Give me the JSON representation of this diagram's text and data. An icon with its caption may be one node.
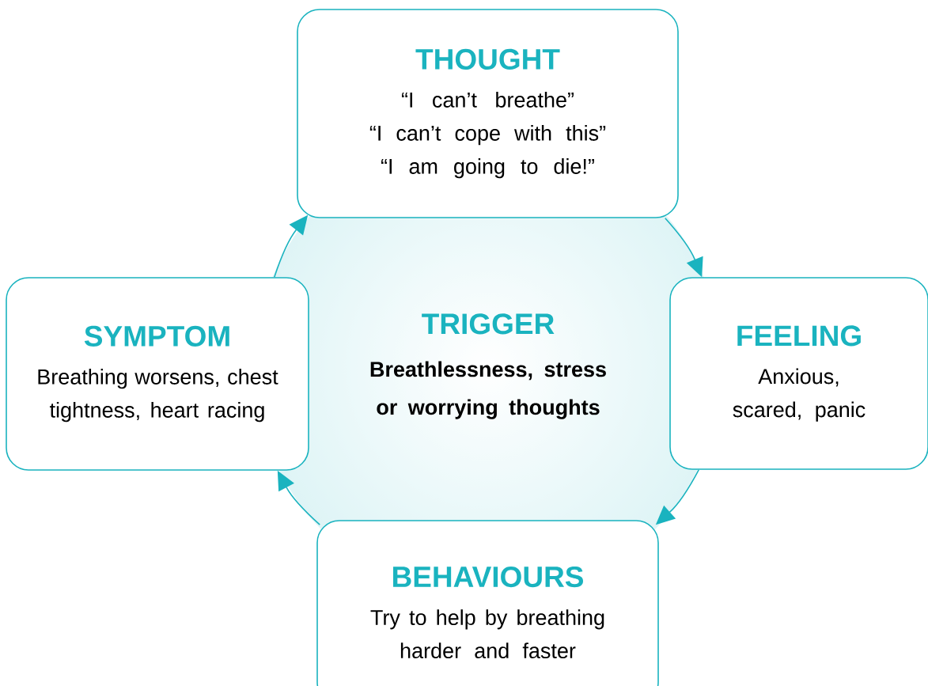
{
  "diagram": {
    "nodes": [
      {
        "text": [
          "THOUGHT",
          "“I can’t breathe”",
          "“I can’t cope with this”",
          "“I am going to die!”"
        ]
      },
      {
        "text": [
          "SYMPTOM",
          "Breathing worsens, chest tightness, heart racing"
        ]
      },
      {
        "text": [
          "TRIGGER",
          "Breathlessness, stress or worrying thoughts"
        ]
      },
      {
        "text": [
          "FEELING",
          "Anxious, scared, panic"
        ]
      },
      {
        "text": [
          "BEHAVIOURS",
          "Try to help by breathing harder and faster"
        ]
      }
    ],
    "edges": [
      {
        "from": 0,
        "to": 3,
        "arrow": "to"
      },
      {
        "from": 3,
        "to": 4,
        "arrow": "to"
      },
      {
        "from": 4,
        "to": 1,
        "arrow": "to"
      },
      {
        "from": 1,
        "to": 0,
        "arrow": "to"
      }
    ]
  }
}
